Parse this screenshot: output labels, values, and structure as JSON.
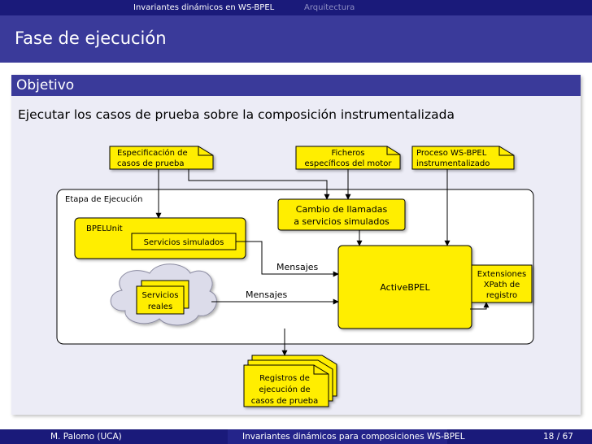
{
  "header": {
    "section_active": "Invariantes dinámicos en WS-BPEL",
    "section_inactive": "Arquitectura"
  },
  "frame_title": "Fase de ejecución",
  "block": {
    "title": "Objetivo",
    "text": "Ejecutar los casos de prueba sobre la composición instrumentalizada"
  },
  "diagram": {
    "spec_doc": [
      "Especificación de",
      "casos de prueba"
    ],
    "ficheros_doc": [
      "Ficheros",
      "específicos del motor"
    ],
    "proceso_doc": [
      "Proceso WS-BPEL",
      "instrumentalizado"
    ],
    "etapa_label": "Etapa de Ejecución",
    "cambio_box": [
      "Cambio de llamadas",
      "a servicios simulados"
    ],
    "bpelunit_label": "BPELUnit",
    "servicios_simulados": "Servicios simulados",
    "mensajes_top": "Mensajes",
    "mensajes_bottom": "Mensajes",
    "activebpel": "ActiveBPEL",
    "extensiones": [
      "Extensiones",
      "XPath de",
      "registro"
    ],
    "servicios_reales": [
      "Servicios",
      "reales"
    ],
    "registros": [
      "Registros de",
      "ejecución de",
      "casos de prueba"
    ]
  },
  "footer": {
    "author": "M. Palomo (UCA)",
    "title": "Invariantes dinámicos para composiciones WS-BPEL",
    "page": "18 / 67"
  },
  "colors": {
    "bar_dark": "#1a1a7a",
    "bar_title": "#3a3a9a",
    "block_bg": "#ececf6",
    "box_yellow": "#ffee00"
  }
}
